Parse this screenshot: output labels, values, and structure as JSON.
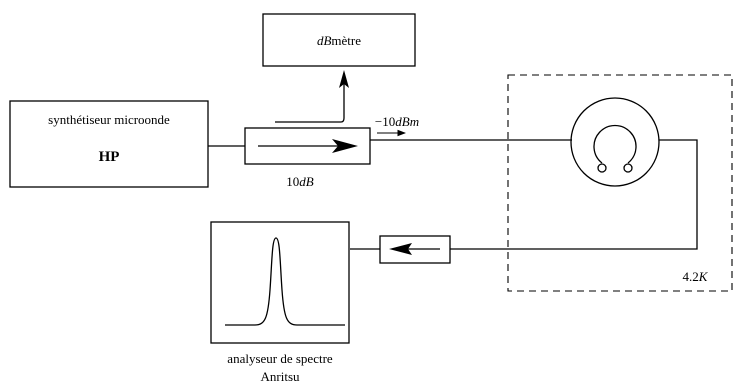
{
  "labels": {
    "dbmeter_italic": "dB",
    "dbmeter_rest": "mètre",
    "synth_line1": "synthétiseur microonde",
    "synth_line2": "HP",
    "power_sign": "−10",
    "power_unit": "dBm",
    "attenuation_value": "10",
    "attenuation_unit": "dB",
    "temperature_value": "4.2",
    "temperature_unit": "K",
    "analyzer_line1": "analyseur de spectre",
    "analyzer_line2": "Anritsu"
  }
}
